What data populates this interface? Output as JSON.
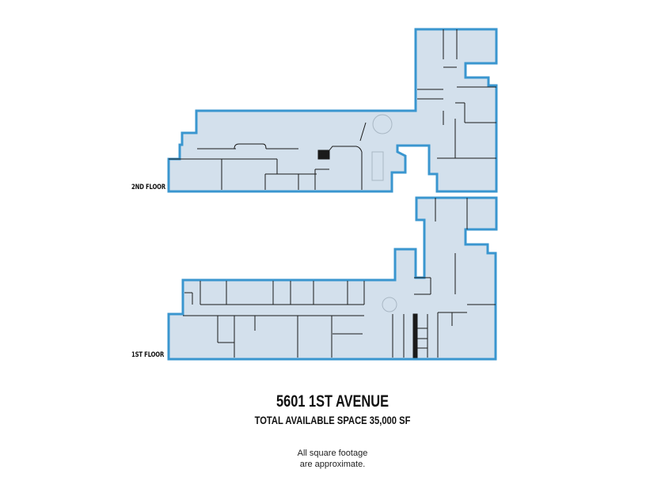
{
  "floors": [
    {
      "label": "2ND FLOOR"
    },
    {
      "label": "1ST FLOOR"
    }
  ],
  "title": "5601 1ST AVENUE",
  "subtitle": "TOTAL AVAILABLE SPACE 35,000 SF",
  "note": {
    "line1": "All square footage",
    "line2": "are approximate."
  },
  "colors": {
    "fill": "#d3e0ec",
    "outline": "#3a96cf",
    "walls": "#1a1a1a"
  }
}
